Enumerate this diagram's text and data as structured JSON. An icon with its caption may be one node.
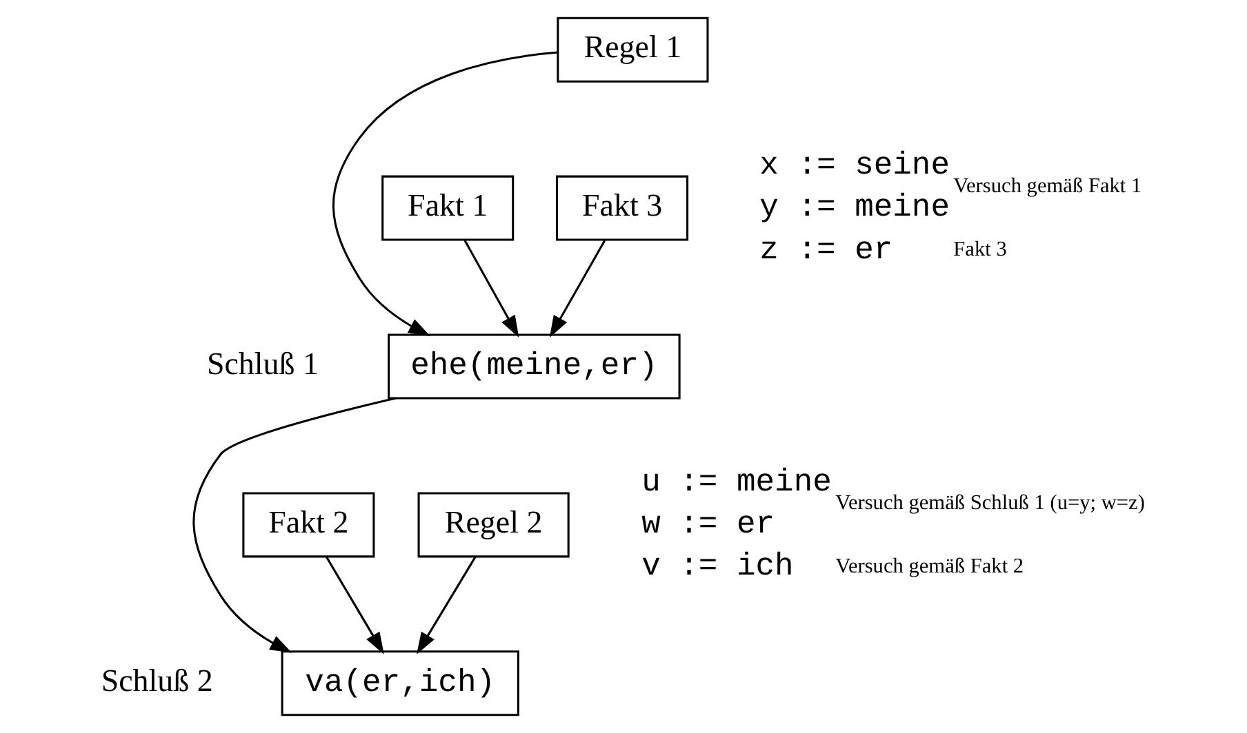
{
  "diagram": {
    "nodes": [
      {
        "text": [
          "Regel 1"
        ]
      },
      {
        "text": [
          "Fakt 1"
        ]
      },
      {
        "text": [
          "Fakt 3"
        ]
      },
      {
        "text": [
          "ehe(meine,er)"
        ],
        "beside": [
          "Schluß 1"
        ]
      },
      {
        "text": [
          "Fakt 2"
        ]
      },
      {
        "text": [
          "Regel 2"
        ]
      },
      {
        "text": [
          "va(er,ich)"
        ],
        "beside": [
          "Schluß 2"
        ]
      }
    ],
    "edges": [
      {
        "from": 1,
        "to": 3,
        "arrow": "to"
      },
      {
        "from": 2,
        "to": 3,
        "arrow": "to"
      },
      {
        "from": 0,
        "to": 3,
        "arrow": "to"
      },
      {
        "from": 4,
        "to": 6,
        "arrow": "to"
      },
      {
        "from": 3,
        "to": 6,
        "arrow": "to"
      },
      {
        "from": 5,
        "to": 6,
        "arrow": "to"
      }
    ],
    "labels": [
      "x := seine",
      "y := meine",
      "z := er",
      "Versuch gemäß Fakt 1",
      "Fakt 3",
      "u := meine",
      "w := er",
      "v := ich",
      "Versuch gemäß Schluß 1 (u=y; w=z)",
      "Versuch gemäß Fakt 2"
    ]
  }
}
